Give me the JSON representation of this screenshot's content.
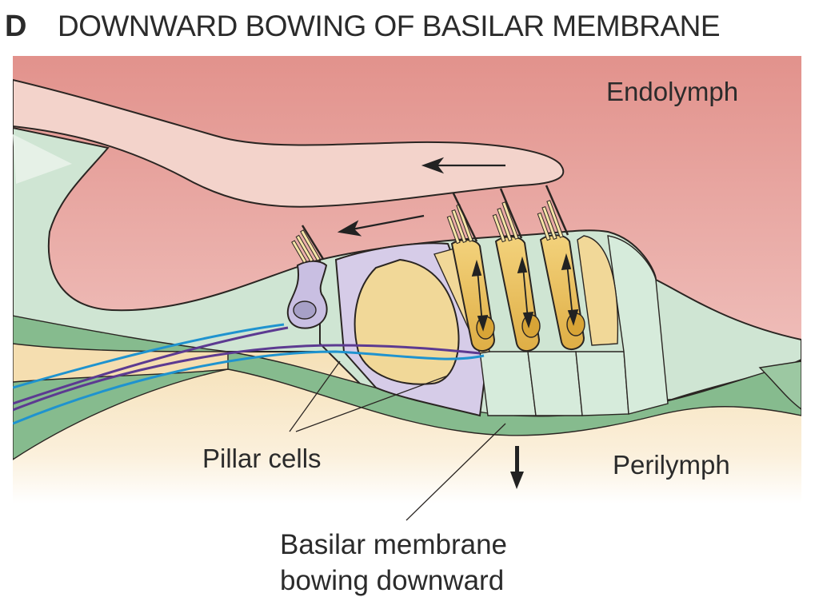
{
  "figure": {
    "panel_letter": "D",
    "title": "DOWNWARD BOWING OF BASILAR MEMBRANE",
    "labels": {
      "endolymph": "Endolymph",
      "perilymph": "Perilymph",
      "pillar_cells": "Pillar cells",
      "basilar_line1": "Basilar membrane",
      "basilar_line2": "bowing downward"
    },
    "colors": {
      "endolymph": "#e4958f",
      "tectorial": "#f3d3cb",
      "supporting_cells": "#cfe5d3",
      "basilar_membrane": "#86bb8e",
      "perilymph": "#f7e6c6",
      "pillar_cells": "#d6cce8",
      "hair_cells": "#ecc66a",
      "afferent_nerve": "#1f93cf",
      "efferent_nerve": "#5c3a91"
    }
  }
}
